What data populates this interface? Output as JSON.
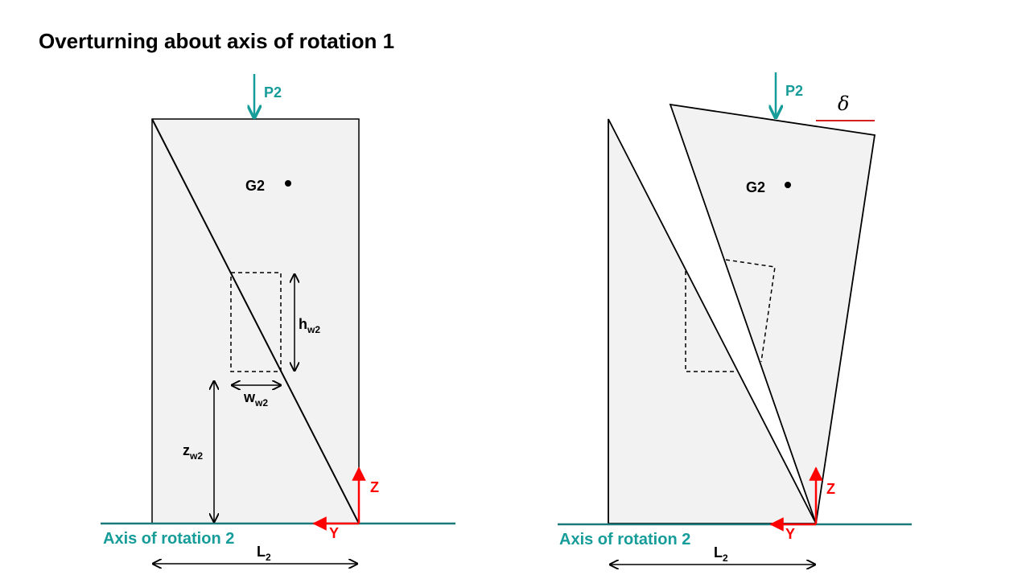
{
  "title": "Overturning about axis of rotation 1",
  "colors": {
    "load": "#169c99",
    "ground": "#1a7a7a",
    "axes": "#ff0000",
    "panel_fill": "#f2f2f2",
    "outline": "#000000"
  },
  "left_figure": {
    "load_label": "P2",
    "cog_label": "G2",
    "height_label": {
      "main": "h",
      "sub": "w2"
    },
    "width_label": {
      "main": "w",
      "sub": "w2"
    },
    "elevation_label": {
      "main": "z",
      "sub": "w2"
    },
    "z_axis_label": "Z",
    "y_axis_label": "Y",
    "axis_label": "Axis of rotation 2",
    "length_label": {
      "main": "L",
      "sub": "2"
    }
  },
  "right_figure": {
    "load_label": "P2",
    "cog_label": "G2",
    "displacement_label": "δ",
    "z_axis_label": "Z",
    "y_axis_label": "Y",
    "axis_label": "Axis of rotation 2",
    "length_label": {
      "main": "L",
      "sub": "2"
    }
  }
}
